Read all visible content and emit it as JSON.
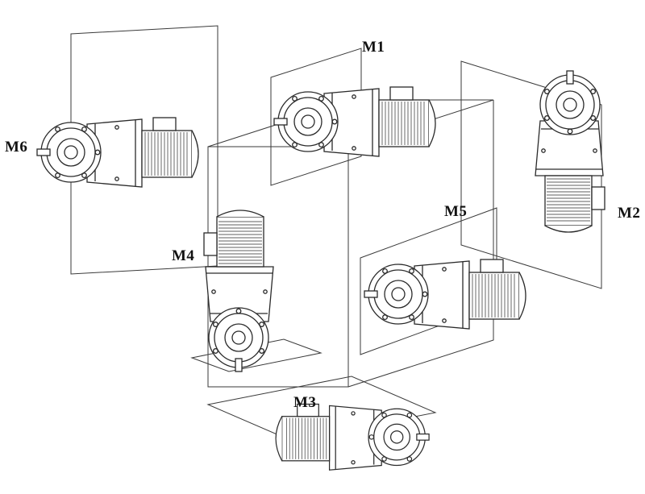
{
  "diagram": {
    "kind": "gearmotor-mounting-positions",
    "positions": [
      {
        "id": "m1",
        "label": "M1",
        "orientation": "horizontal, shaft left, on top face"
      },
      {
        "id": "m2",
        "label": "M2",
        "orientation": "vertical, shaft up, right side"
      },
      {
        "id": "m3",
        "label": "M3",
        "orientation": "horizontal, shaft right, bottom"
      },
      {
        "id": "m4",
        "label": "M4",
        "orientation": "vertical, shaft down, front"
      },
      {
        "id": "m5",
        "label": "M5",
        "orientation": "horizontal, shaft left, right face"
      },
      {
        "id": "m6",
        "label": "M6",
        "orientation": "horizontal, shaft left, left side"
      }
    ]
  },
  "colors": {
    "line": "#2a2a2a",
    "background": "#ffffff"
  }
}
